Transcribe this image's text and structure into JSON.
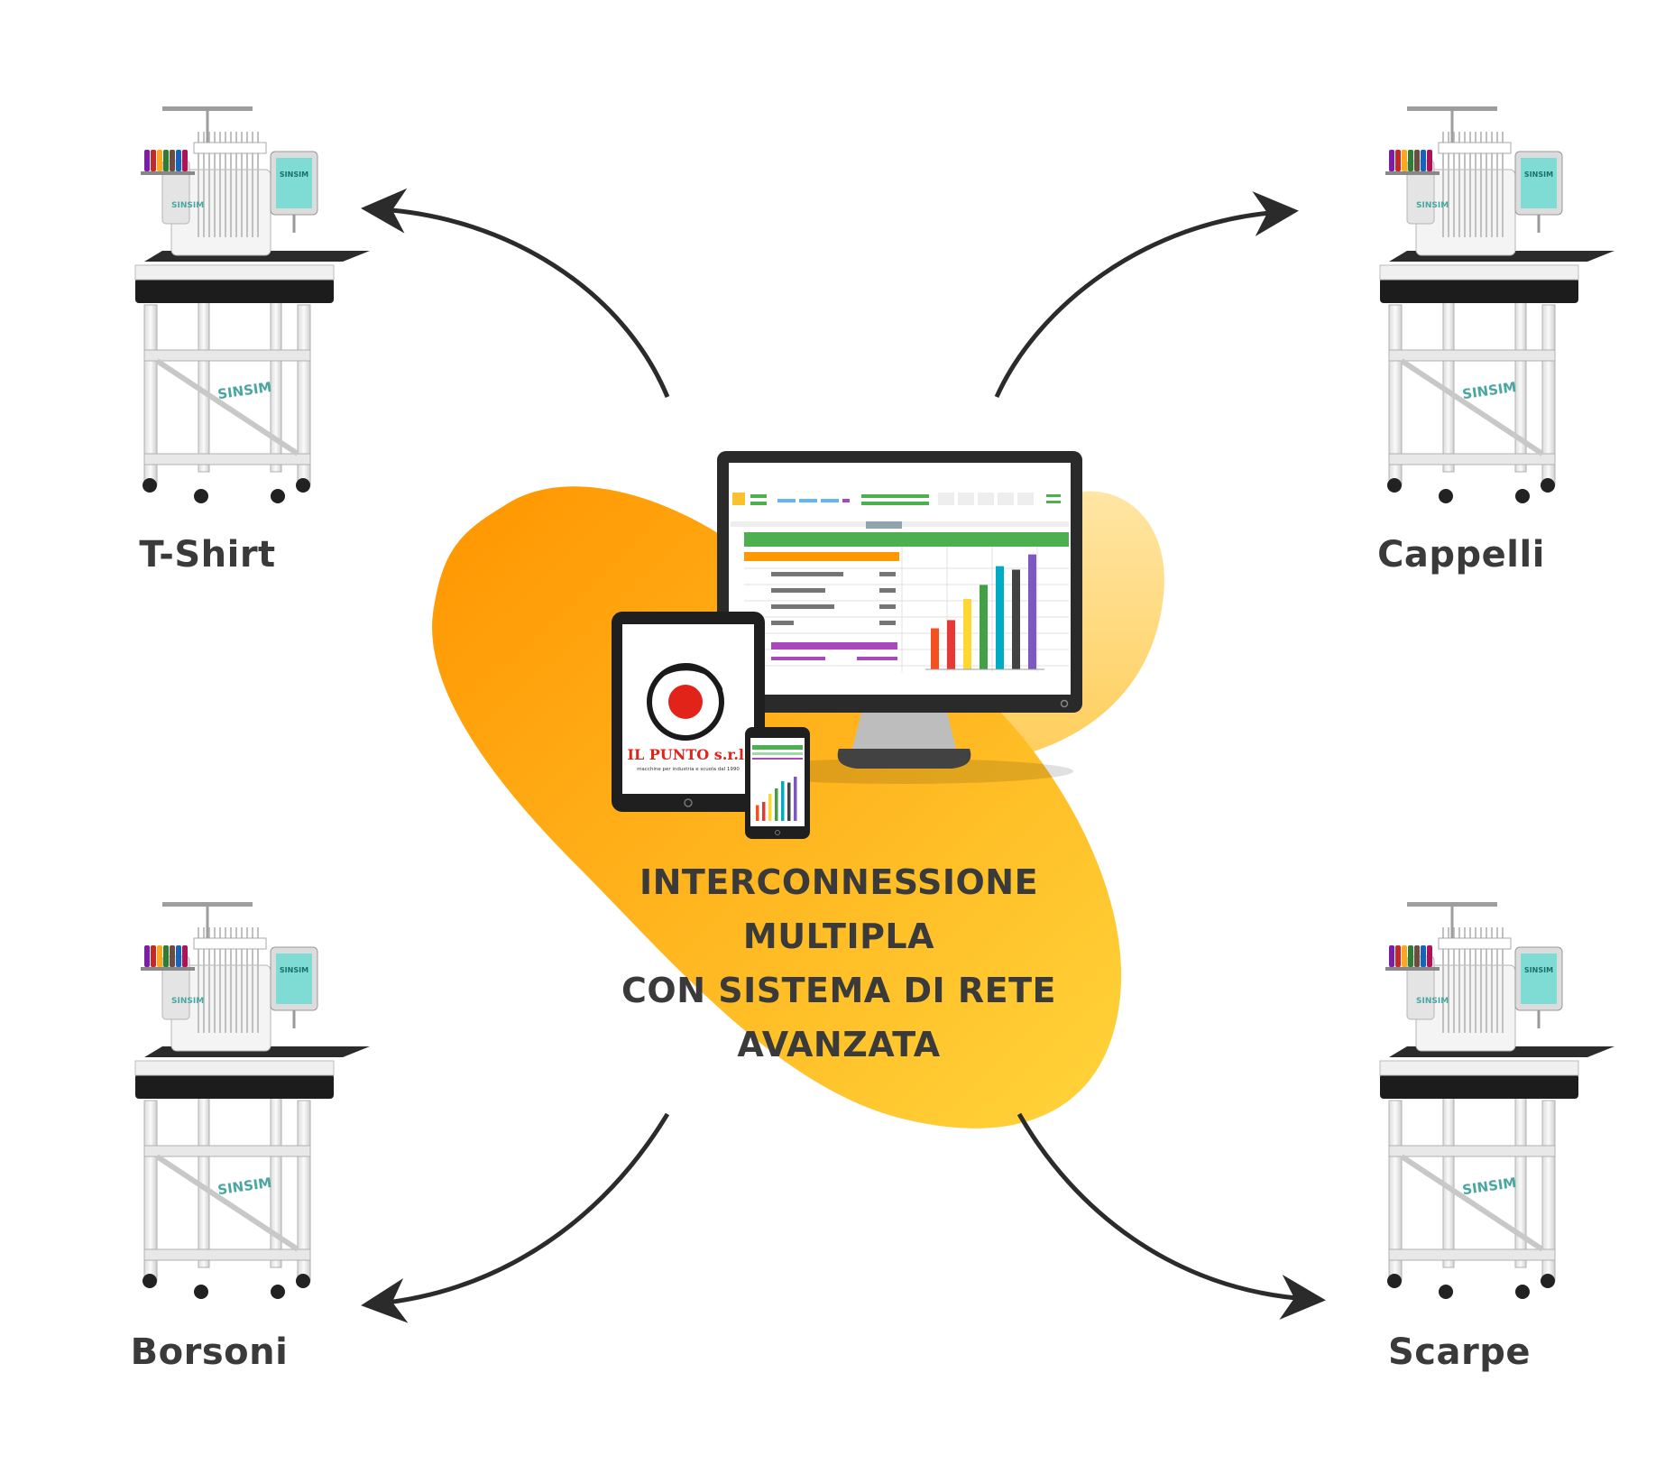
{
  "headline": {
    "lines": [
      "INTERCONNESSIONE",
      "MULTIPLA",
      "CON SISTEMA DI RETE",
      "AVANZATA"
    ]
  },
  "destinations": [
    {
      "label": "T-Shirt"
    },
    {
      "label": "Cappelli"
    },
    {
      "label": "Borsoni"
    },
    {
      "label": "Scarpe"
    }
  ],
  "machine_brand": "SINSIM",
  "logo": {
    "name": "IL PUNTO s.r.l.",
    "tagline": "macchine per industria e scuola dal 1990"
  },
  "colors": {
    "blob_start": "#ff9a00",
    "blob_end": "#ffd23c",
    "text": "#3a3a3a",
    "arrow": "#2b2b2b",
    "sheet_green": "#4caf50",
    "logo_red": "#e2231a"
  },
  "chart_bars": [
    {
      "color": "#f4511e",
      "value": 0.35
    },
    {
      "color": "#e53935",
      "value": 0.42
    },
    {
      "color": "#fdd835",
      "value": 0.6
    },
    {
      "color": "#43a047",
      "value": 0.72
    },
    {
      "color": "#00acc1",
      "value": 0.88
    },
    {
      "color": "#424242",
      "value": 0.85
    },
    {
      "color": "#7e57c2",
      "value": 0.98
    }
  ]
}
